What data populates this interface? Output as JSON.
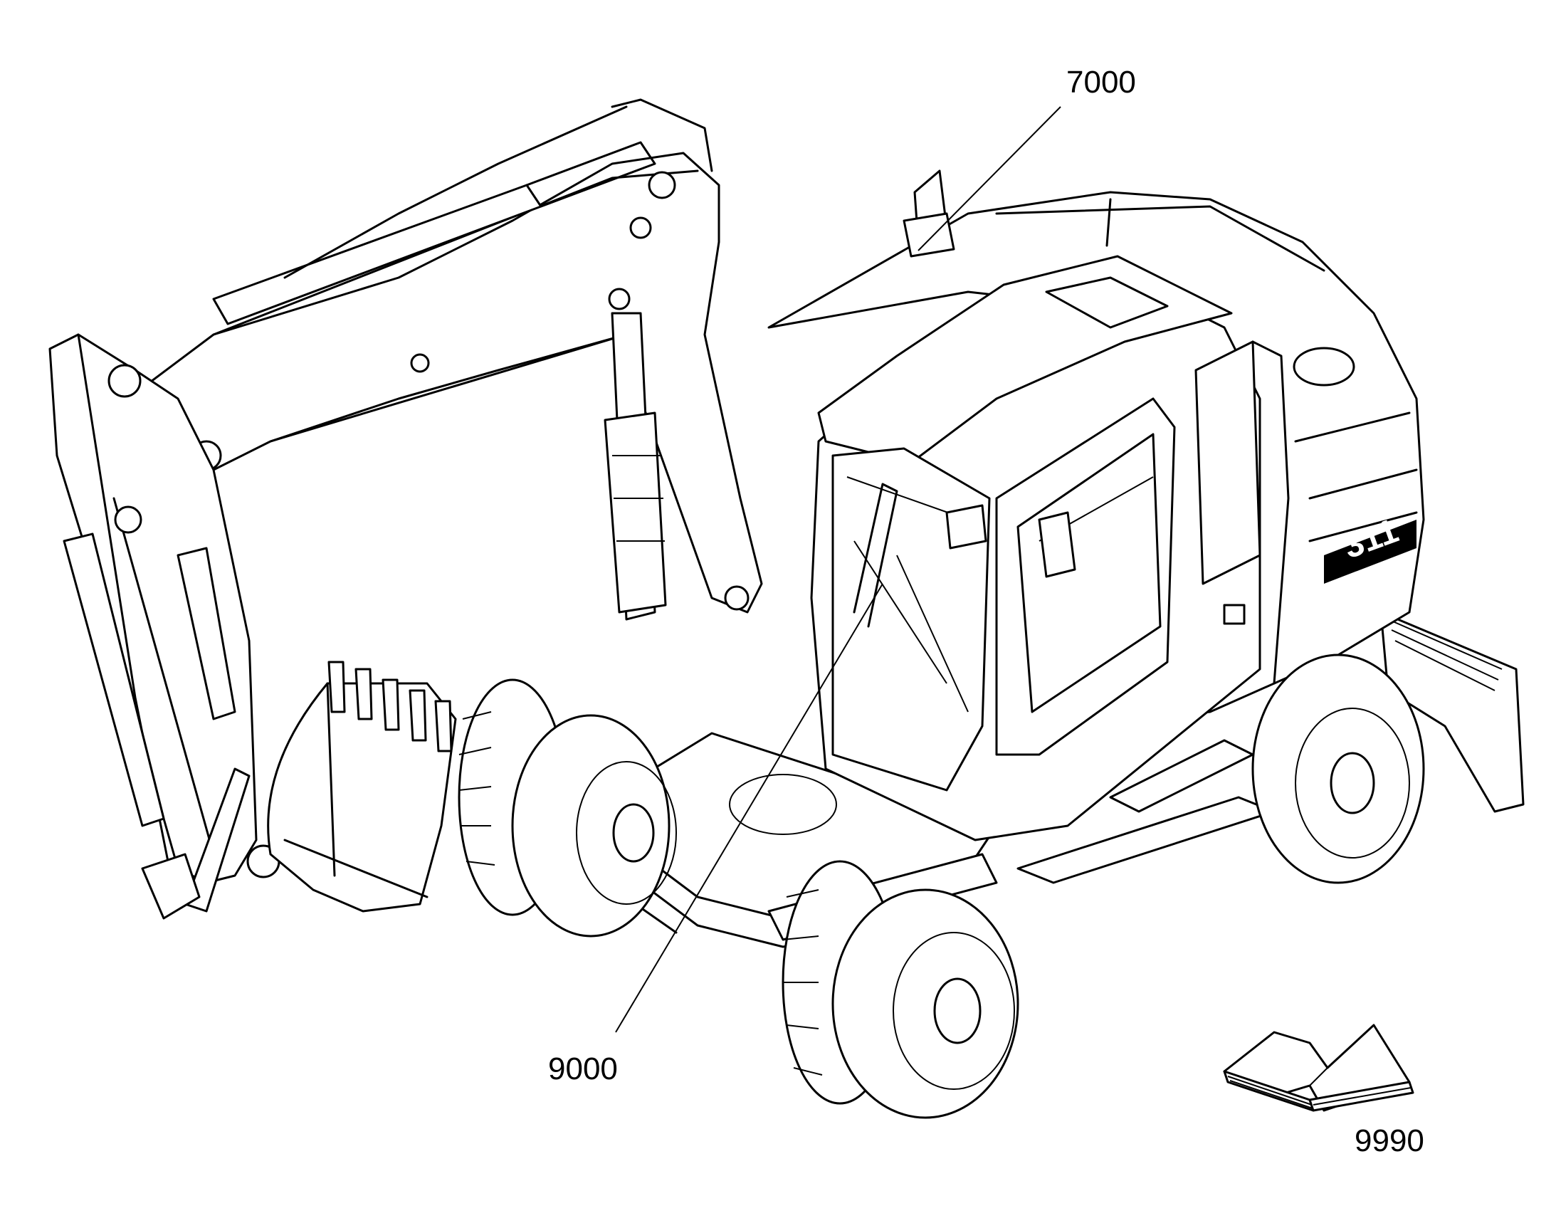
{
  "callouts": {
    "c7000": "7000",
    "c9000": "9000",
    "c9990": "9990"
  },
  "icons": {
    "machine": "wheeled-excavator-drawing",
    "manual": "open-book-icon",
    "model_badge": "311"
  },
  "colors": {
    "line": "#000000",
    "background": "#ffffff"
  }
}
